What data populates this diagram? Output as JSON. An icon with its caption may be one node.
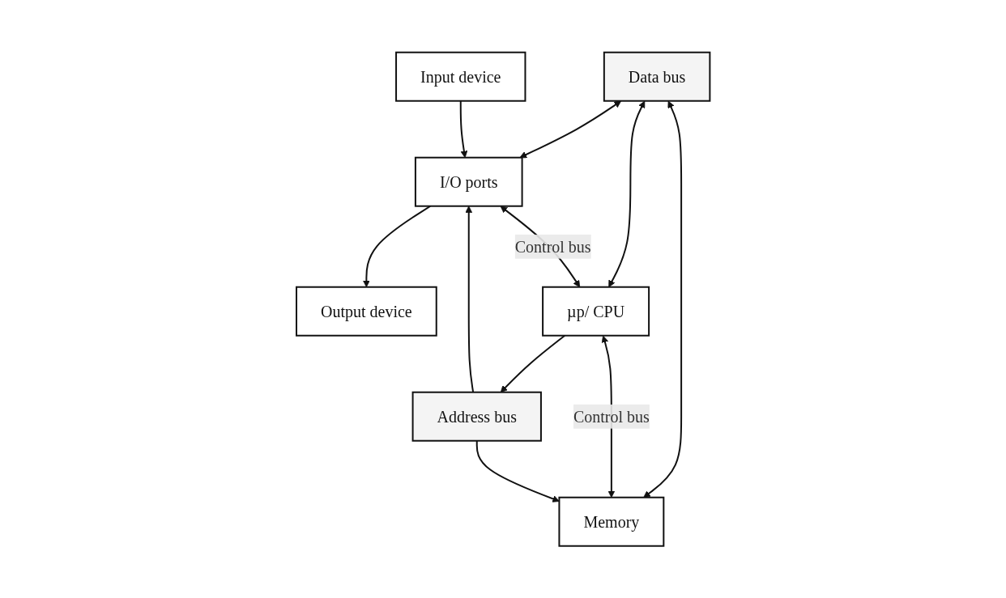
{
  "diagram": {
    "nodes": [
      {
        "text": [
          "Data bus"
        ]
      },
      {
        "text": [
          "Input device"
        ]
      },
      {
        "text": [
          "Output device"
        ]
      },
      {
        "text": [
          "I/O ports"
        ]
      },
      {
        "text": [
          "µp/ CPU"
        ]
      },
      {
        "text": [
          "Memory"
        ]
      },
      {
        "text": [
          "Address bus"
        ]
      }
    ],
    "edges": [
      {
        "from": 0,
        "to": 3,
        "arrow": "both"
      },
      {
        "from": 0,
        "to": 4,
        "arrow": "both"
      },
      {
        "from": 0,
        "to": 5,
        "arrow": "both"
      },
      {
        "from": 1,
        "to": 3,
        "arrow": "to"
      },
      {
        "from": 3,
        "to": 2,
        "arrow": "to"
      },
      {
        "from": 3,
        "to": 4,
        "arrow": "both",
        "label": "Control bus"
      },
      {
        "from": 4,
        "to": 5,
        "arrow": "both",
        "label": "Control bus"
      },
      {
        "from": 6,
        "to": 3,
        "arrow": "to"
      },
      {
        "from": 4,
        "to": 6,
        "arrow": "to"
      },
      {
        "from": 6,
        "to": 5,
        "arrow": "to"
      }
    ]
  }
}
